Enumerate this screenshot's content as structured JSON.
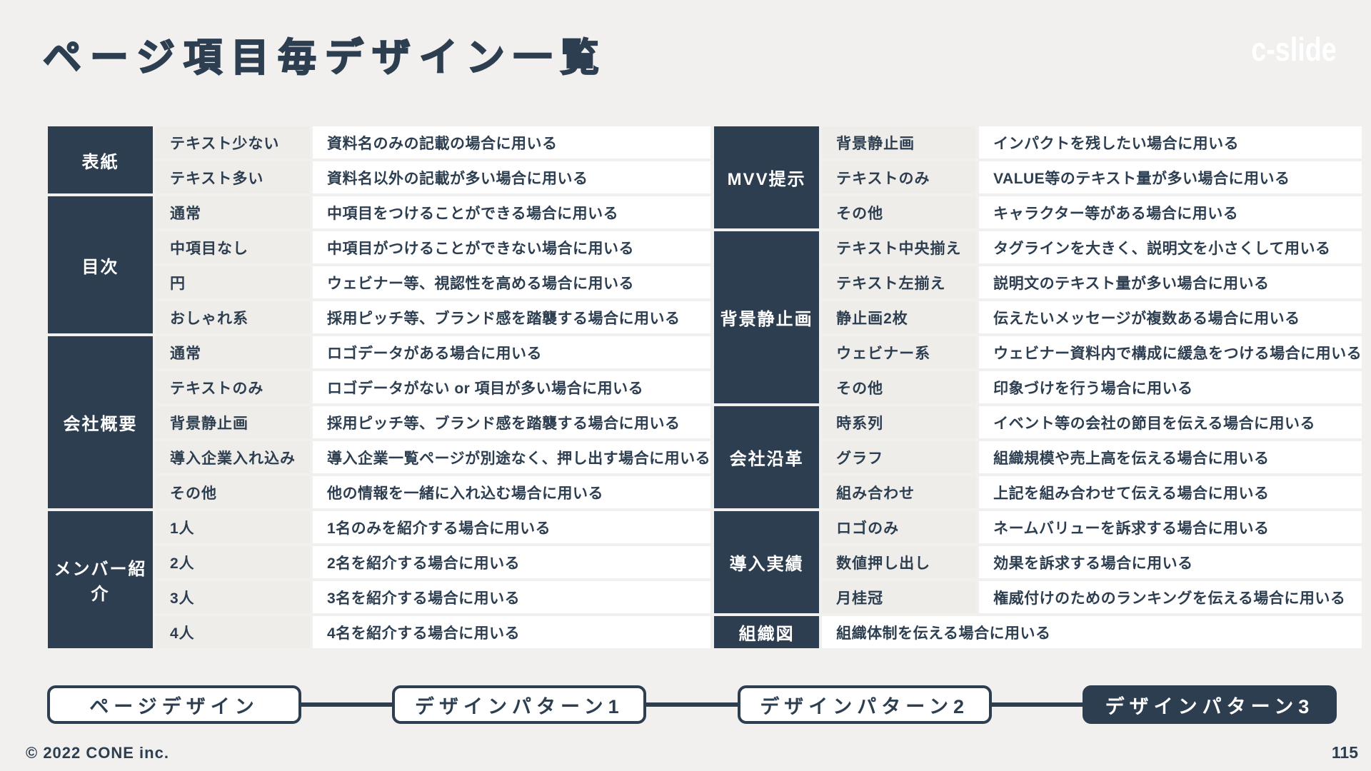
{
  "page": {
    "title": "ページ項目毎デザイン一覧",
    "logo": "c-slide",
    "copyright": "© 2022 CONE inc.",
    "page_number": "115"
  },
  "colors": {
    "navy": "#2d3e50",
    "background": "#f1f0ee",
    "label_cell_gray": "#efedea",
    "desc_cell_white": "#ffffff"
  },
  "tables": {
    "left": {
      "sections": [
        {
          "category": "表紙",
          "rows": [
            {
              "label": "テキスト少ない",
              "desc": "資料名のみの記載の場合に用いる"
            },
            {
              "label": "テキスト多い",
              "desc": "資料名以外の記載が多い場合に用いる"
            }
          ]
        },
        {
          "category": "目次",
          "rows": [
            {
              "label": "通常",
              "desc": "中項目をつけることができる場合に用いる"
            },
            {
              "label": "中項目なし",
              "desc": "中項目がつけることができない場合に用いる"
            },
            {
              "label": "円",
              "desc": "ウェビナー等、視認性を高める場合に用いる"
            },
            {
              "label": "おしゃれ系",
              "desc": "採用ピッチ等、ブランド感を踏襲する場合に用いる"
            }
          ]
        },
        {
          "category": "会社概要",
          "rows": [
            {
              "label": "通常",
              "desc": "ロゴデータがある場合に用いる"
            },
            {
              "label": "テキストのみ",
              "desc": "ロゴデータがない or 項目が多い場合に用いる"
            },
            {
              "label": "背景静止画",
              "desc": "採用ピッチ等、ブランド感を踏襲する場合に用いる"
            },
            {
              "label": "導入企業入れ込み",
              "desc": "導入企業一覧ページが別途なく、押し出す場合に用いる"
            },
            {
              "label": "その他",
              "desc": "他の情報を一緒に入れ込む場合に用いる"
            }
          ]
        },
        {
          "category": "メンバー紹介",
          "rows": [
            {
              "label": "1人",
              "desc": "1名のみを紹介する場合に用いる"
            },
            {
              "label": "2人",
              "desc": "2名を紹介する場合に用いる"
            },
            {
              "label": "3人",
              "desc": "3名を紹介する場合に用いる"
            },
            {
              "label": "4人",
              "desc": "4名を紹介する場合に用いる"
            }
          ]
        }
      ]
    },
    "right": {
      "sections": [
        {
          "category": "MVV提示",
          "rows": [
            {
              "label": "背景静止画",
              "desc": "インパクトを残したい場合に用いる"
            },
            {
              "label": "テキストのみ",
              "desc": "VALUE等のテキスト量が多い場合に用いる"
            },
            {
              "label": "その他",
              "desc": "キャラクター等がある場合に用いる"
            }
          ]
        },
        {
          "category": "背景静止画",
          "rows": [
            {
              "label": "テキスト中央揃え",
              "desc": "タグラインを大きく、説明文を小さくして用いる"
            },
            {
              "label": "テキスト左揃え",
              "desc": "説明文のテキスト量が多い場合に用いる"
            },
            {
              "label": "静止画2枚",
              "desc": "伝えたいメッセージが複数ある場合に用いる"
            },
            {
              "label": "ウェビナー系",
              "desc": "ウェビナー資料内で構成に緩急をつける場合に用いる"
            },
            {
              "label": "その他",
              "desc": "印象づけを行う場合に用いる"
            }
          ]
        },
        {
          "category": "会社沿革",
          "rows": [
            {
              "label": "時系列",
              "desc": "イベント等の会社の節目を伝える場合に用いる"
            },
            {
              "label": "グラフ",
              "desc": "組織規模や売上高を伝える場合に用いる"
            },
            {
              "label": "組み合わせ",
              "desc": "上記を組み合わせて伝える場合に用いる"
            }
          ]
        },
        {
          "category": "導入実績",
          "rows": [
            {
              "label": "ロゴのみ",
              "desc": "ネームバリューを訴求する場合に用いる"
            },
            {
              "label": "数値押し出し",
              "desc": "効果を訴求する場合に用いる"
            },
            {
              "label": "月桂冠",
              "desc": "権威付けのためのランキングを伝える場合に用いる"
            }
          ]
        },
        {
          "category": "組織図",
          "rows": [
            {
              "desc": "組織体制を伝える場合に用いる"
            }
          ]
        }
      ]
    }
  },
  "nav": {
    "steps": [
      {
        "label": "ページデザイン",
        "active": false
      },
      {
        "label": "デザインパターン1",
        "active": false
      },
      {
        "label": "デザインパターン2",
        "active": false
      },
      {
        "label": "デザインパターン3",
        "active": true
      }
    ]
  }
}
